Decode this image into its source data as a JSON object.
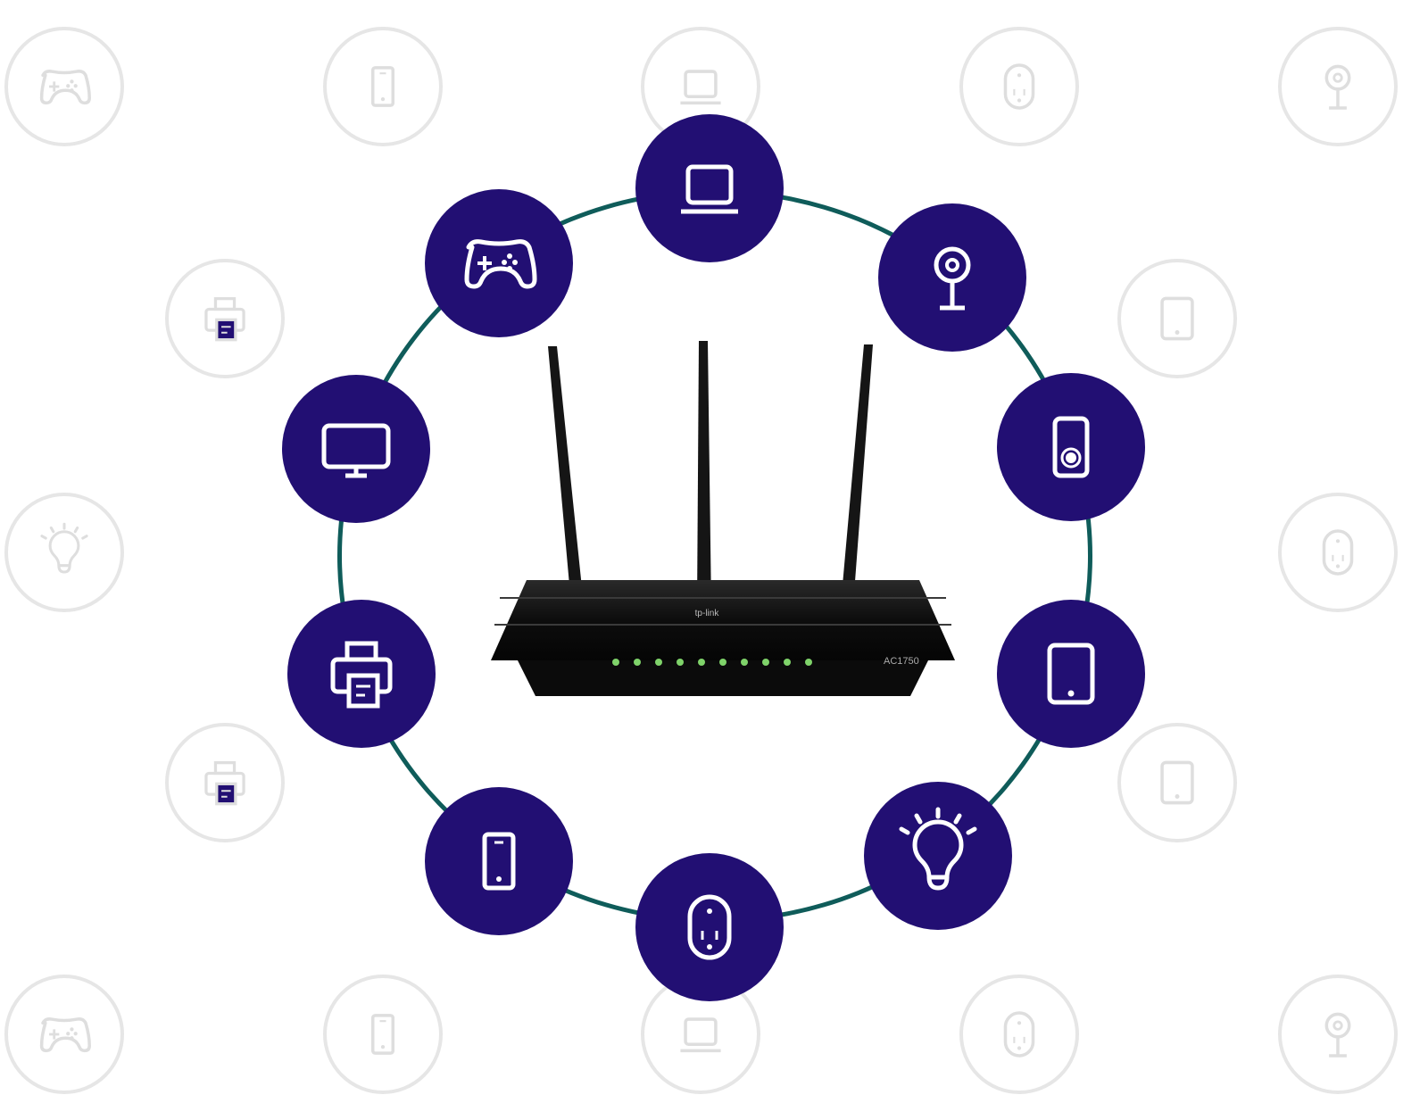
{
  "scene": {
    "description": "Wireless router surrounded by a ring of connected smart devices",
    "colors": {
      "device_circle": "#220f73",
      "ring_line": "#0f5c5a",
      "background_icon": "#e6e6e6",
      "router_body": "#111111",
      "led": "#7fd36a"
    }
  },
  "router": {
    "brand": "tp-link",
    "model_label": "AC1750",
    "antenna_count": 3,
    "led_count": 10
  },
  "devices": [
    {
      "icon": "laptop-icon"
    },
    {
      "icon": "security-camera-icon"
    },
    {
      "icon": "smart-switch-icon"
    },
    {
      "icon": "tablet-icon"
    },
    {
      "icon": "light-bulb-icon"
    },
    {
      "icon": "smart-plug-icon"
    },
    {
      "icon": "smartphone-icon"
    },
    {
      "icon": "printer-icon"
    },
    {
      "icon": "monitor-icon"
    },
    {
      "icon": "gamepad-icon"
    }
  ],
  "background_icons": [
    "gamepad-icon",
    "smartphone-icon",
    "laptop-icon",
    "smart-plug-icon",
    "security-camera-icon",
    "printer-icon",
    "tablet-icon",
    "light-bulb-icon",
    "smart-plug-icon",
    "printer-icon",
    "tablet-icon"
  ]
}
